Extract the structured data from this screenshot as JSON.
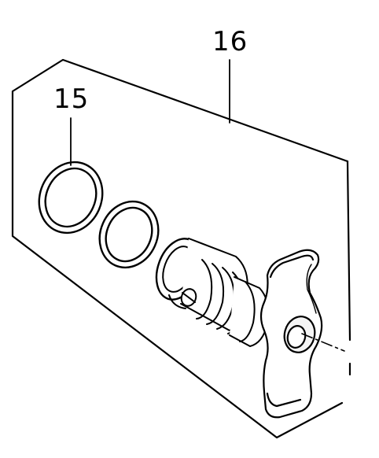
{
  "callouts": {
    "part_15": "15",
    "part_16": "16"
  },
  "parts": {
    "part_15": {
      "name": "o-ring-pair"
    },
    "part_16": {
      "name": "cartridge-assembly"
    }
  },
  "colors": {
    "line": "#000000",
    "fill": "#ffffff",
    "shade": "#e8e8e8"
  }
}
